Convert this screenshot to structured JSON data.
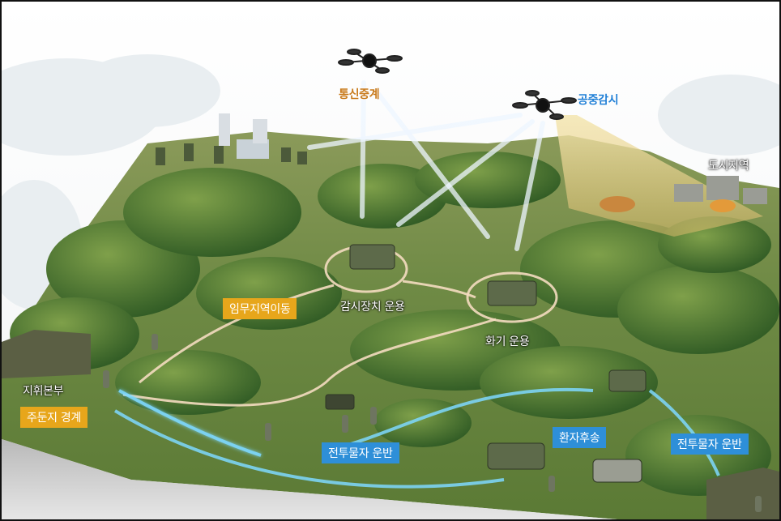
{
  "labels": {
    "comm_relay": "통신중계",
    "air_surveillance": "공중감시",
    "urban_area": "도시지역",
    "mission_area_move": "임무지역이동",
    "sensor_operation": "감시장치 운용",
    "weapon_operation": "화기 운용",
    "command_hq": "지휘본부",
    "garrison_guard": "주둔지 경계",
    "supply_transport_1": "전투물자 운반",
    "casualty_evacuation": "환자후송",
    "supply_transport_2": "전투물자 운반"
  },
  "colors": {
    "orange_label": "#c8791a",
    "blue_label": "#1f7fd6",
    "yellow_box": "#e7a61b",
    "blue_box": "#2e8fd8",
    "terrain": "#6f8a45",
    "forest": "#3f6a2c"
  }
}
